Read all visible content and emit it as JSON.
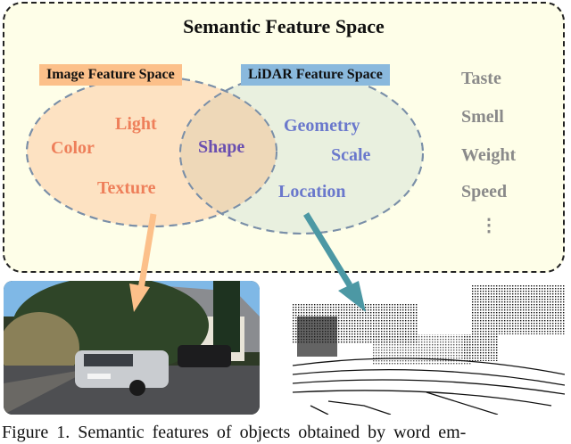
{
  "diagram": {
    "title": "Semantic Feature Space",
    "image_space": {
      "label": "Image Feature Space",
      "color": "#fcc08a",
      "words": [
        "Light",
        "Color",
        "Texture"
      ]
    },
    "lidar_space": {
      "label": "LiDAR Feature Space",
      "color": "#8ab9dd",
      "words": [
        "Geometry",
        "Scale",
        "Location"
      ]
    },
    "shared": [
      "Shape"
    ],
    "other_features": [
      "Taste",
      "Smell",
      "Weight",
      "Speed",
      "⋮"
    ],
    "colors": {
      "panel_bg": "#fefee8",
      "image_ellipse": "#fde2c2",
      "lidar_ellipse": "#e1ebdc",
      "orange_text": "#ee7f5a",
      "purple_text": "#6a4fb0",
      "blue_text": "#6a78cc",
      "gray_text": "#8a8a8a",
      "orange_arrow": "#fcc08a",
      "teal_arrow": "#4c98a4"
    }
  },
  "images": {
    "camera": "camera-image-street-scene",
    "lidar": "lidar-point-cloud"
  },
  "caption": "Figure 1.   Semantic features of objects obtained by word em-"
}
